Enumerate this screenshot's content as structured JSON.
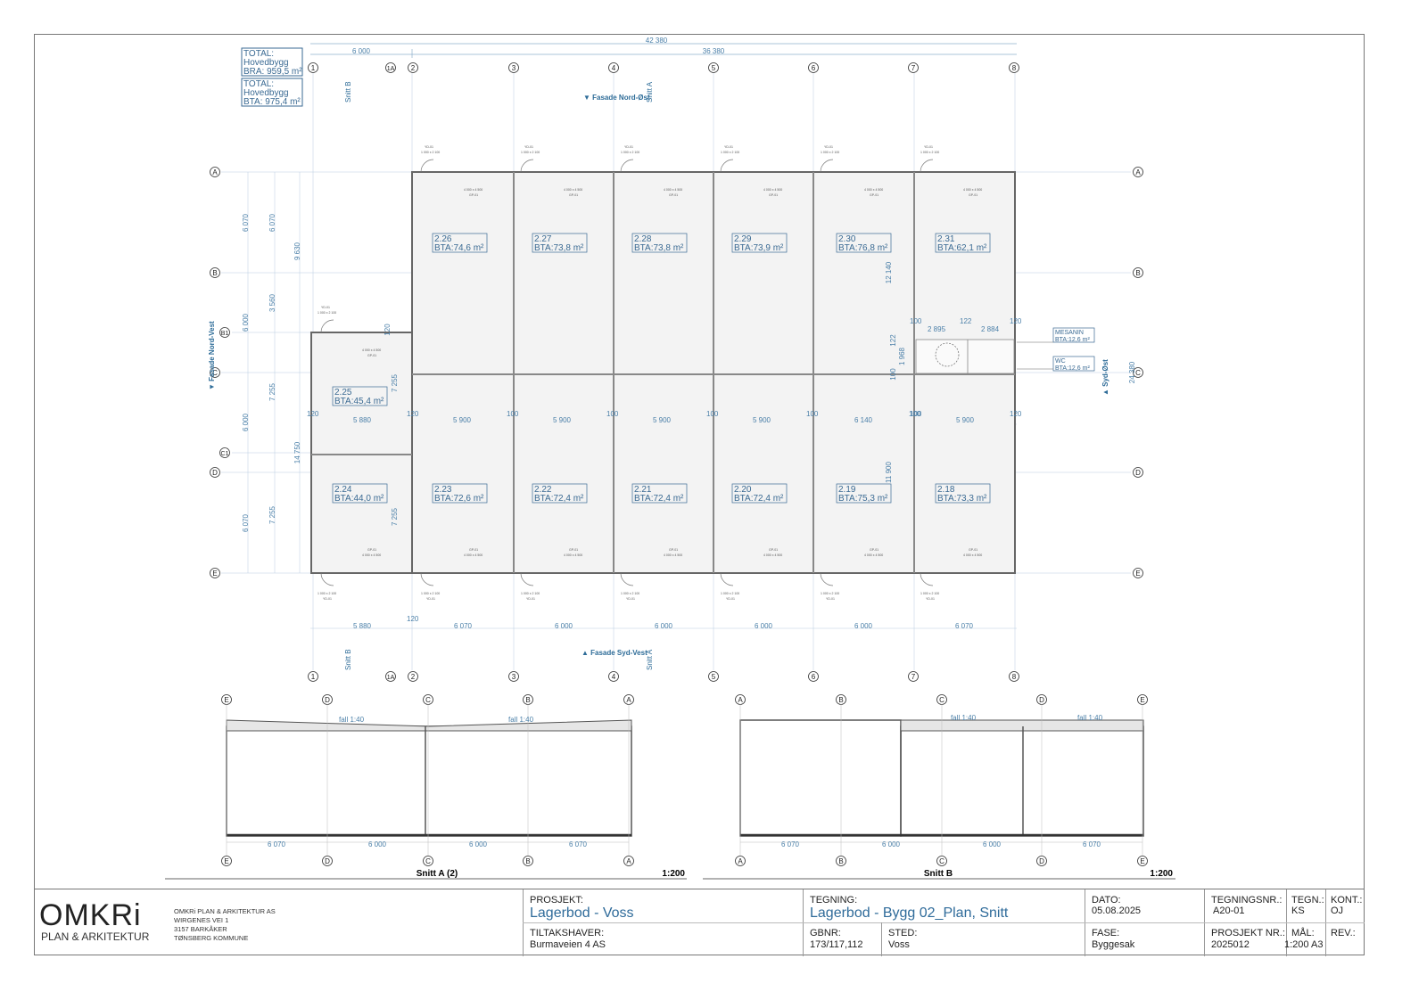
{
  "totals": [
    {
      "line1": "TOTAL:",
      "line2": "Hovedbygg",
      "line3": "BRA: 959,5 m²"
    },
    {
      "line1": "TOTAL:",
      "line2": "Hovedbygg",
      "line3": "BTA: 975,4 m²"
    }
  ],
  "overall_dims": {
    "total": "42 380",
    "left": "6 000",
    "right": "36 380"
  },
  "col_axes_top": [
    "1",
    "1A",
    "2",
    "3",
    "4",
    "5",
    "6",
    "7",
    "8"
  ],
  "row_axes": [
    "A",
    "B",
    "B1",
    "C",
    "C1",
    "D",
    "E"
  ],
  "section_marks": {
    "snitt_b": "Snitt B",
    "snitt_a": "Snitt A",
    "fasade_no": "▼ Fasade Nord-Øst",
    "fasade_sv": "▲ Fasade Syd-Vest",
    "fasade_nv": "▼ Fasade Nord-Vest",
    "syd_ost": "▲ Syd-Øst"
  },
  "rooms_top": [
    {
      "id": "2.26",
      "area": "BTA:74,6 m²"
    },
    {
      "id": "2.27",
      "area": "BTA:73,8 m²"
    },
    {
      "id": "2.28",
      "area": "BTA:73,8 m²"
    },
    {
      "id": "2.29",
      "area": "BTA:73,9 m²"
    },
    {
      "id": "2.30",
      "area": "BTA:76,8 m²"
    },
    {
      "id": "2.31",
      "area": "BTA:62,1 m²"
    }
  ],
  "rooms_bottom": [
    {
      "id": "2.24",
      "area": "BTA:44,0 m²"
    },
    {
      "id": "2.23",
      "area": "BTA:72,6 m²"
    },
    {
      "id": "2.22",
      "area": "BTA:72,4 m²"
    },
    {
      "id": "2.21",
      "area": "BTA:72,4 m²"
    },
    {
      "id": "2.20",
      "area": "BTA:72,4 m²"
    },
    {
      "id": "2.19",
      "area": "BTA:75,3 m²"
    },
    {
      "id": "2.18",
      "area": "BTA:73,3 m²"
    }
  ],
  "room_225": {
    "id": "2.25",
    "area": "BTA:45,4 m²"
  },
  "mesanin": {
    "name": "MESANIN",
    "area": "BTA:12,6 m²"
  },
  "wc": {
    "name": "WC",
    "area": "BTA:12,6 m²"
  },
  "mid_dims": [
    "5 880",
    "5 900",
    "5 900",
    "5 900",
    "5 900",
    "6 140",
    "5 900"
  ],
  "bottom_dims": [
    "5 880",
    "6 070",
    "6 000",
    "6 000",
    "6 000",
    "6 000",
    "6 070"
  ],
  "mid_small": [
    "120",
    "120",
    "100",
    "100",
    "100",
    "100",
    "100",
    "120"
  ],
  "left_dims_a": [
    "6 070",
    "3 560",
    "7 255",
    "7 255"
  ],
  "left_dims_b": [
    "6 070",
    "6 000",
    "6 000",
    "6 070"
  ],
  "left_dims_c": [
    "9 630",
    "14 750"
  ],
  "right_dims": [
    "12 140",
    "11 900",
    "24 380"
  ],
  "mesanin_dims": [
    "100",
    "122",
    "120",
    "2 895",
    "2 884",
    "1 968",
    "122",
    "100",
    "100"
  ],
  "door_label": "YD-01",
  "door_size": "1 000 x 2 100",
  "gate_label": "GP-01",
  "gate_size": "4 000 x 4 500",
  "section_a": {
    "title": "Snitt A (2)",
    "scale": "1:200",
    "axes": [
      "E",
      "D",
      "C",
      "B",
      "A"
    ],
    "dims": [
      "6 070",
      "6 000",
      "6 000",
      "6 070"
    ],
    "fall": "fall 1:40"
  },
  "section_b": {
    "title": "Snitt B",
    "scale": "1:200",
    "axes": [
      "A",
      "B",
      "C",
      "D",
      "E"
    ],
    "dims": [
      "6 070",
      "6 000",
      "6 000",
      "6 070"
    ],
    "fall": "fall 1:40"
  },
  "title_block": {
    "company_logo": "OMKRi",
    "company_sub": "PLAN & ARKITEKTUR",
    "address": [
      "OMKRi PLAN & ARKITEKTUR AS",
      "WIRGENES VEI 1",
      "3157 BARKÅKER",
      "TØNSBERG KOMMUNE"
    ],
    "prosjekt_label": "PROSJEKT:",
    "prosjekt": "Lagerbod - Voss",
    "tiltakshaver_label": "TILTAKSHAVER:",
    "tiltakshaver": "Burmaveien 4 AS",
    "tegning_label": "TEGNING:",
    "tegning": "Lagerbod - Bygg 02_Plan, Snitt",
    "gbnr_label": "GBNR:",
    "gbnr": "173/117,112",
    "sted_label": "STED:",
    "sted": "Voss",
    "dato_label": "DATO:",
    "dato": "05.08.2025",
    "fase_label": "FASE:",
    "fase": "Byggesak",
    "tegningsnr_label": "TEGNINGSNR.:",
    "tegningsnr": "A20-01",
    "prosjektnr_label": "PROSJEKT NR.:",
    "prosjektnr": "2025012",
    "tegn_label": "TEGN.:",
    "tegn": "KS",
    "kont_label": "KONT.:",
    "kont": "OJ",
    "maal_label": "MÅL:",
    "maal": "1:200 A3",
    "rev_label": "REV.:"
  }
}
